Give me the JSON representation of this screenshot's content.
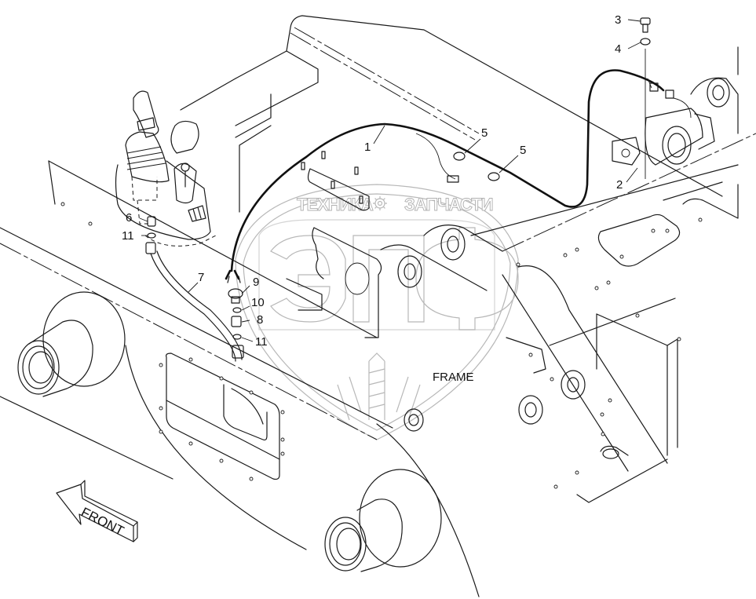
{
  "diagram": {
    "title": "Joystick control / wiring harness – frame assembly (exploded view)",
    "callouts": [
      {
        "id": "1",
        "label": "1",
        "part": "wiring harness"
      },
      {
        "id": "2",
        "label": "2",
        "part": "alarm / buzzer"
      },
      {
        "id": "3",
        "label": "3",
        "part": "bolt"
      },
      {
        "id": "4",
        "label": "4",
        "part": "washer"
      },
      {
        "id": "5a",
        "label": "5",
        "part": "cable clamp"
      },
      {
        "id": "5b",
        "label": "5",
        "part": "cable clamp"
      },
      {
        "id": "6",
        "label": "6",
        "part": "fitting"
      },
      {
        "id": "7",
        "label": "7",
        "part": "hose"
      },
      {
        "id": "8",
        "label": "8",
        "part": "adapter"
      },
      {
        "id": "9",
        "label": "9",
        "part": "pressure switch"
      },
      {
        "id": "10",
        "label": "10",
        "part": "o-ring"
      },
      {
        "id": "11a",
        "label": "11",
        "part": "o-ring"
      },
      {
        "id": "11b",
        "label": "11",
        "part": "o-ring"
      }
    ],
    "frame_label": "FRAME",
    "front_arrow_label": "FRONT",
    "watermark": {
      "left_text": "ТЕХНИКА",
      "right_text": "ЗАПЧАСТИ",
      "logo_text": "ЭПФ",
      "gear_icon": "gear"
    }
  }
}
